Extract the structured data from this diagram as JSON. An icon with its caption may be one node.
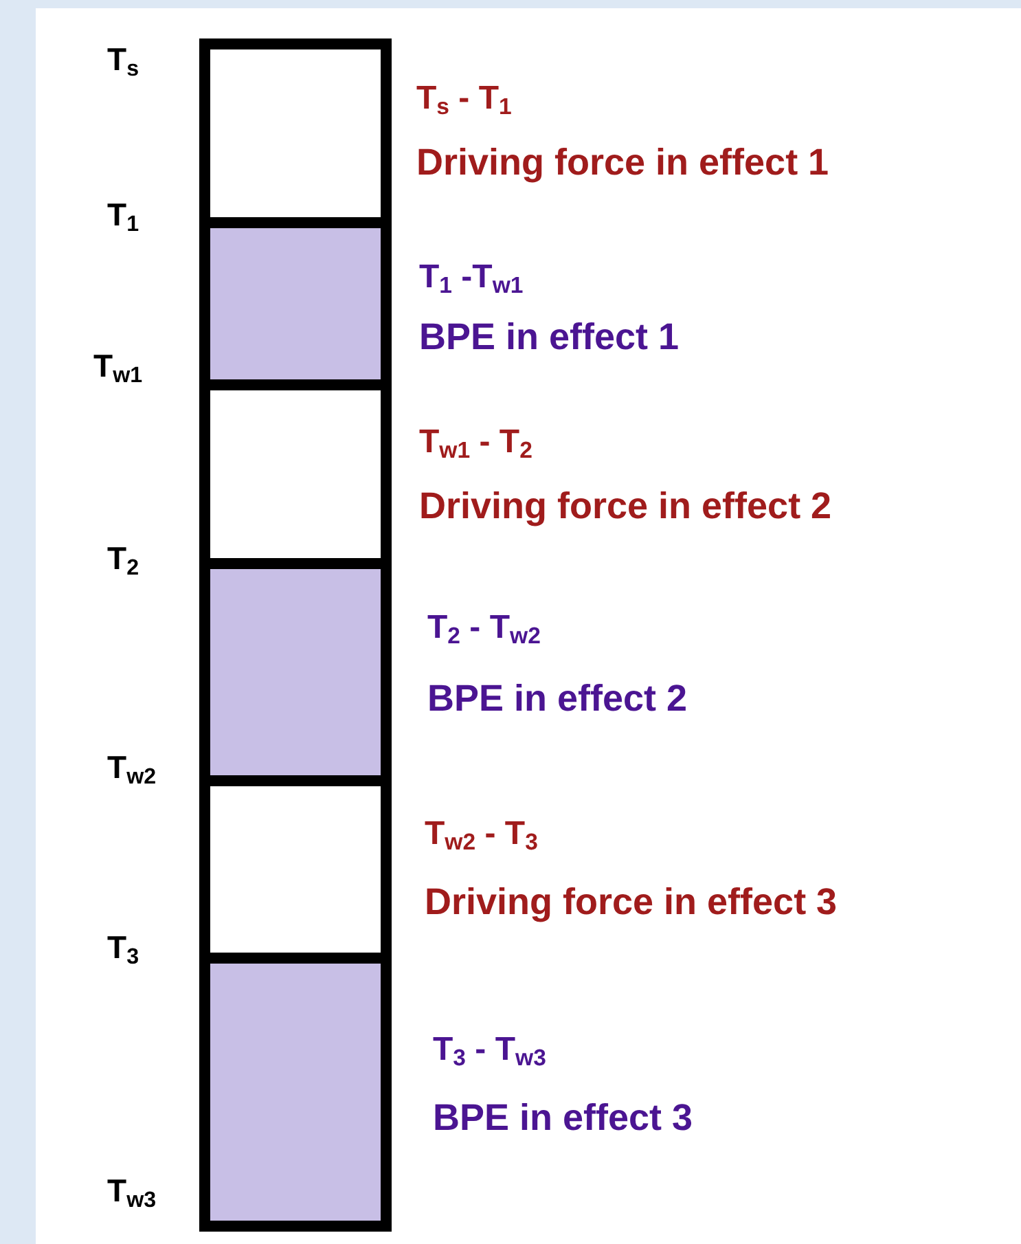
{
  "diagram": {
    "nodes": [
      {
        "text": [],
        "shape": "box",
        "beside": [
          "T$_{s}$ - T$_{1}$",
          "Driving force in effect 1"
        ]
      },
      {
        "text": [],
        "shape": "box",
        "beside": [
          "T$_{1}$ -T$_{w1}$",
          "BPE in effect 1"
        ]
      },
      {
        "text": [],
        "shape": "box",
        "beside": [
          "T$_{w1}$ - T$_{2}$",
          "Driving force in effect 2"
        ]
      },
      {
        "text": [],
        "shape": "box",
        "beside": [
          "T$_{2}$ - T$_{w2}$",
          "BPE in effect 2"
        ]
      },
      {
        "text": [],
        "shape": "box",
        "beside": [
          "T$_{w2}$ - T$_{3}$",
          "Driving force in effect 3"
        ]
      },
      {
        "text": [],
        "shape": "box",
        "beside": [
          "T$_{3}$ - T$_{w3}$",
          "BPE in effect 3"
        ]
      }
    ],
    "labels": [
      "T$_{s}$",
      "T$_{1}$",
      "T$_{w1}$",
      "T$_{2}$",
      "T$_{w2}$",
      "T$_{3}$",
      "T$_{w3}$"
    ]
  }
}
